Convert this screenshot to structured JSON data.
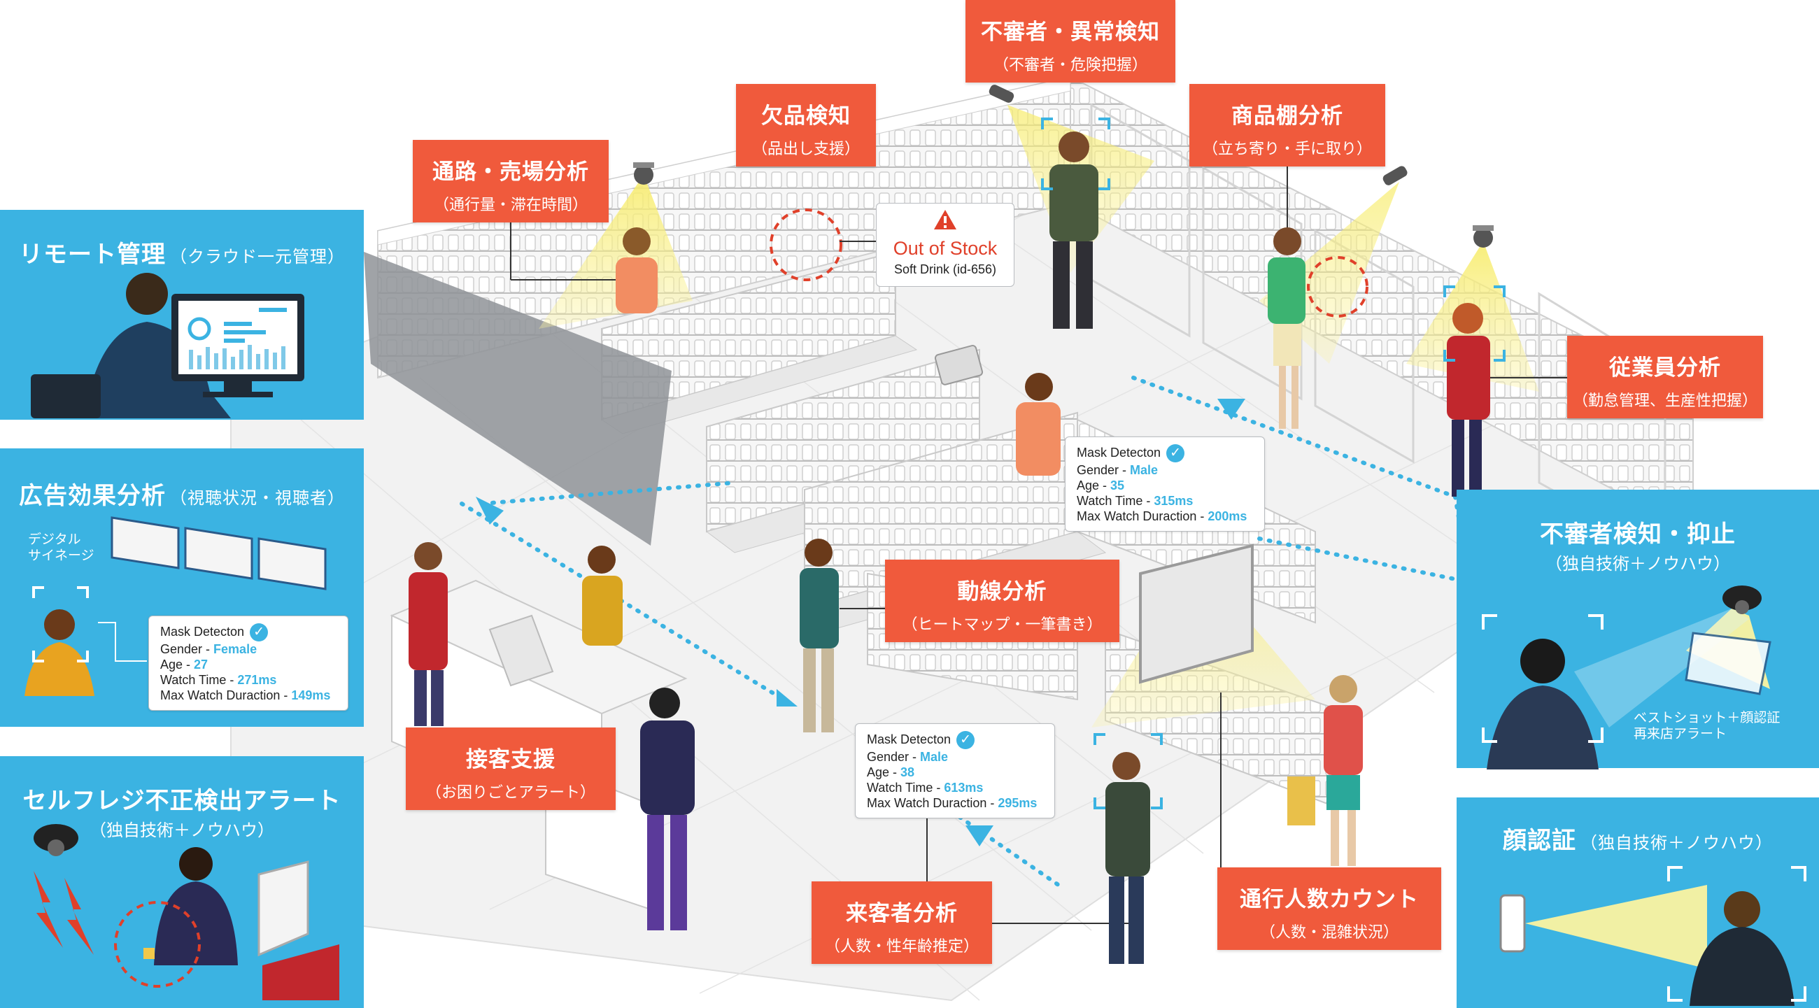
{
  "panels": {
    "remote": {
      "title": "リモート管理",
      "sub": "（クラウド一元管理）"
    },
    "ad": {
      "title": "広告効果分析",
      "sub": "（視聴状況・視聴者）",
      "signage_label": "デジタル\nサイネージ"
    },
    "selfreg": {
      "title": "セルフレジ不正検出アラート",
      "sub": "（独自技術＋ノウハウ）"
    },
    "suspicious": {
      "title": "不審者検知・抑止",
      "sub": "（独自技術＋ノウハウ）",
      "note": "ベストショット＋顔認証\n再来店アラート"
    },
    "face": {
      "title": "顔認証",
      "sub": "（独自技術＋ノウハウ）"
    }
  },
  "labels": [
    {
      "id": "aisle",
      "title": "通路・売場分析",
      "sub": "（通行量・滞在時間）"
    },
    {
      "id": "stockout",
      "title": "欠品検知",
      "sub": "（品出し支援）"
    },
    {
      "id": "anomaly",
      "title": "不審者・異常検知",
      "sub": "（不審者・危険把握）"
    },
    {
      "id": "shelf",
      "title": "商品棚分析",
      "sub": "（立ち寄り・手に取り）"
    },
    {
      "id": "staff",
      "title": "従業員分析",
      "sub": "（勤怠管理、生産性把握）"
    },
    {
      "id": "flow",
      "title": "動線分析",
      "sub": "（ヒートマップ・一筆書き）"
    },
    {
      "id": "service",
      "title": "接客支援",
      "sub": "（お困りごとアラート）"
    },
    {
      "id": "visitor",
      "title": "来客者分析",
      "sub": "（人数・性年齢推定）"
    },
    {
      "id": "traffic",
      "title": "通行人数カウント",
      "sub": "（人数・混雑状況）"
    }
  ],
  "stock_alert": {
    "title": "Out of Stock",
    "detail": "Soft Drink (id-656)"
  },
  "detections": [
    {
      "id": "ad",
      "mask": "Mask Detecton",
      "gender_label": "Gender - ",
      "gender": "Female",
      "age_label": "Age - ",
      "age": "27",
      "watch_label": "Watch Time - ",
      "watch": "271ms",
      "max_label": "Max Watch Duraction - ",
      "max": "149ms"
    },
    {
      "id": "store",
      "mask": "Mask Detecton",
      "gender_label": "Gender - ",
      "gender": "Male",
      "age_label": "Age - ",
      "age": "35",
      "watch_label": "Watch Time - ",
      "watch": "315ms",
      "max_label": "Max Watch Duraction - ",
      "max": "200ms"
    },
    {
      "id": "visitor",
      "mask": "Mask Detecton",
      "gender_label": "Gender - ",
      "gender": "Male",
      "age_label": "Age - ",
      "age": "38",
      "watch_label": "Watch Time - ",
      "watch": "613ms",
      "max_label": "Max Watch Duraction - ",
      "max": "295ms"
    }
  ],
  "colors": {
    "panel": "#3bb3e2",
    "label": "#f05a3c",
    "highlight": "#3bb3e2",
    "alert": "#e0402a",
    "camera_beam": "#fbf3a0"
  }
}
